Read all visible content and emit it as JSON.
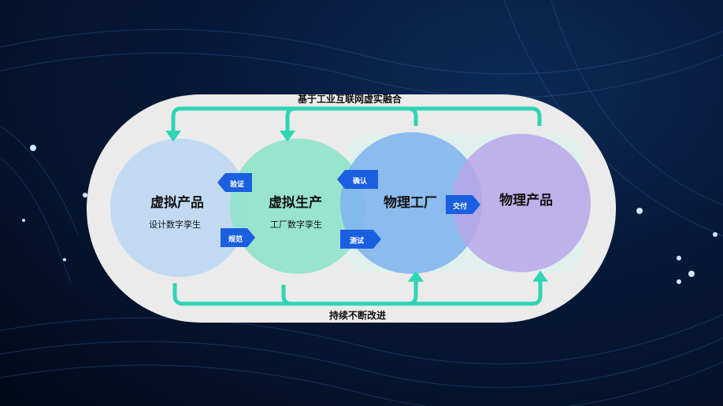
{
  "diagram": {
    "top_label": "基于工业互联网虚实融合",
    "bottom_label": "持续不断改进",
    "nodes": [
      {
        "title": "虚拟产品",
        "subtitle": "设计数字孪生",
        "color": "#bfd9f2"
      },
      {
        "title": "虚拟生产",
        "subtitle": "工厂数字孪生",
        "color": "#8fe3cc"
      },
      {
        "title": "物理工厂",
        "subtitle": "",
        "color": "#7fb4ee"
      },
      {
        "title": "物理产品",
        "subtitle": "",
        "color": "#b9a6e8"
      }
    ],
    "tags": {
      "verify": "验证",
      "standard": "规范",
      "confirm": "确认",
      "test": "测试",
      "deliver": "交付"
    },
    "colors": {
      "arrow": "#2fd4b4",
      "tag": "#1a5fe0",
      "panel": "#ebebeb"
    }
  }
}
